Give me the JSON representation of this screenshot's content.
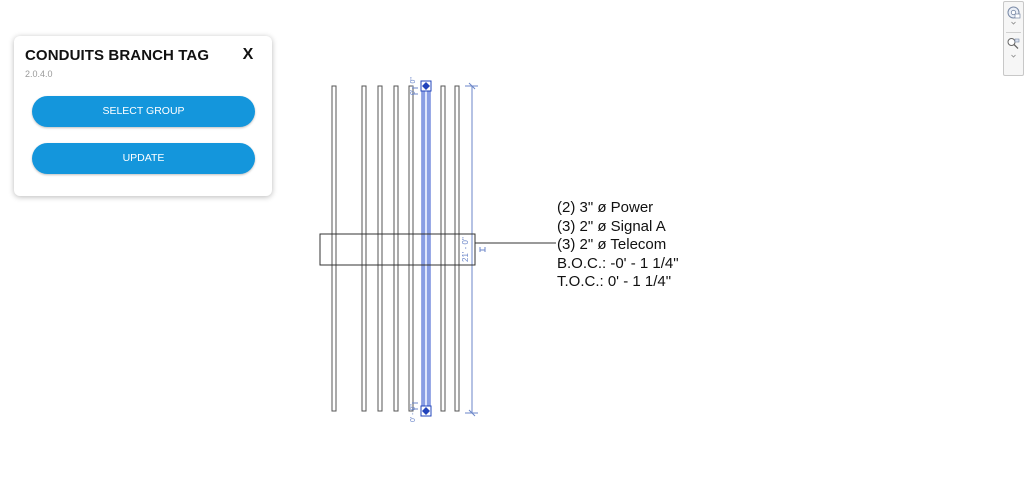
{
  "panel": {
    "title": "CONDUITS BRANCH TAG",
    "close_label": "X",
    "version": "2.0.4.0",
    "select_group_label": "SELECT GROUP",
    "update_label": "UPDATE"
  },
  "tag": {
    "lines": [
      "(2) 3\" ø Power",
      "(3) 2\" ø Signal A",
      "(3) 2\" ø Telecom",
      "B.O.C.: -0' - 1 1/4\"",
      "T.O.C.: 0' - 1 1/4\""
    ]
  },
  "dimensions": {
    "length_label": "21' - 0\"",
    "top_offset_label": "0' - 0\"",
    "bottom_offset_label": "0' - 0\""
  },
  "colors": {
    "accent": "#1496dc",
    "selection": "#3355cc",
    "dimension": "#6b86c9"
  },
  "navbar": {
    "wheel_icon": "steering-wheel-icon",
    "zoom_icon": "zoom-icon"
  }
}
